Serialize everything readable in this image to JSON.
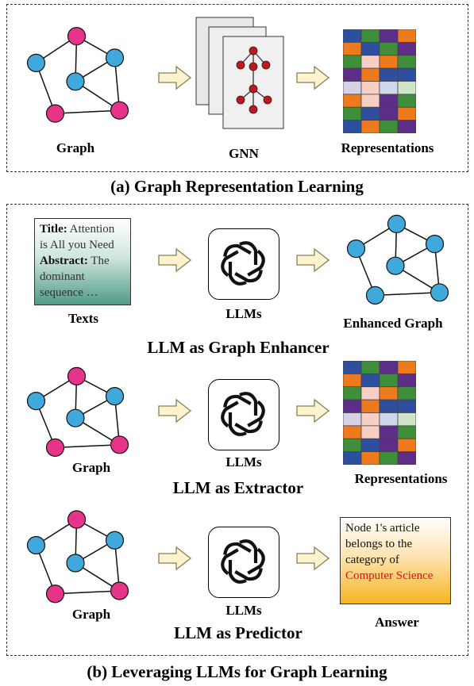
{
  "panel_a": {
    "caption": "(a) Graph Representation Learning",
    "graph_label": "Graph",
    "gnn_label": "GNN",
    "repr_label": "Representations"
  },
  "panel_b": {
    "caption": "(b) Leveraging LLMs for Graph Learning",
    "enhancer": {
      "title": "LLM as Graph Enhancer",
      "text_title_key": "Title:",
      "text_title_val": " Attention is All you Need",
      "text_abstract_key": "Abstract:",
      "text_abstract_val": " The dominant sequence …",
      "texts_label": "Texts",
      "llm_label": "LLMs",
      "output_label": "Enhanced Graph"
    },
    "extractor": {
      "title": "LLM as Extractor",
      "graph_label": "Graph",
      "llm_label": "LLMs",
      "output_label": "Representations"
    },
    "predictor": {
      "title": "LLM as Predictor",
      "graph_label": "Graph",
      "llm_label": "LLMs",
      "answer_text": "Node 1's article belongs to the category of ",
      "answer_highlight": "Computer Science",
      "output_label": "Answer"
    }
  },
  "colors": {
    "node_blue": "#3fa9dc",
    "node_pink": "#e8338a",
    "gnn_node": "#c0171d",
    "arrow_fill": "#fdf3cf",
    "arrow_stroke": "#8a7f55",
    "grid_cells": [
      "#2e4f9e",
      "#3f8f3a",
      "#5c2e88",
      "#ee7a1e",
      "#f8cfc4",
      "#cfe5c7",
      "#d8d0e7",
      "#cfd9ee"
    ]
  },
  "icons": {
    "llm": "openai-logo-icon",
    "arrow": "right-arrow-icon"
  }
}
